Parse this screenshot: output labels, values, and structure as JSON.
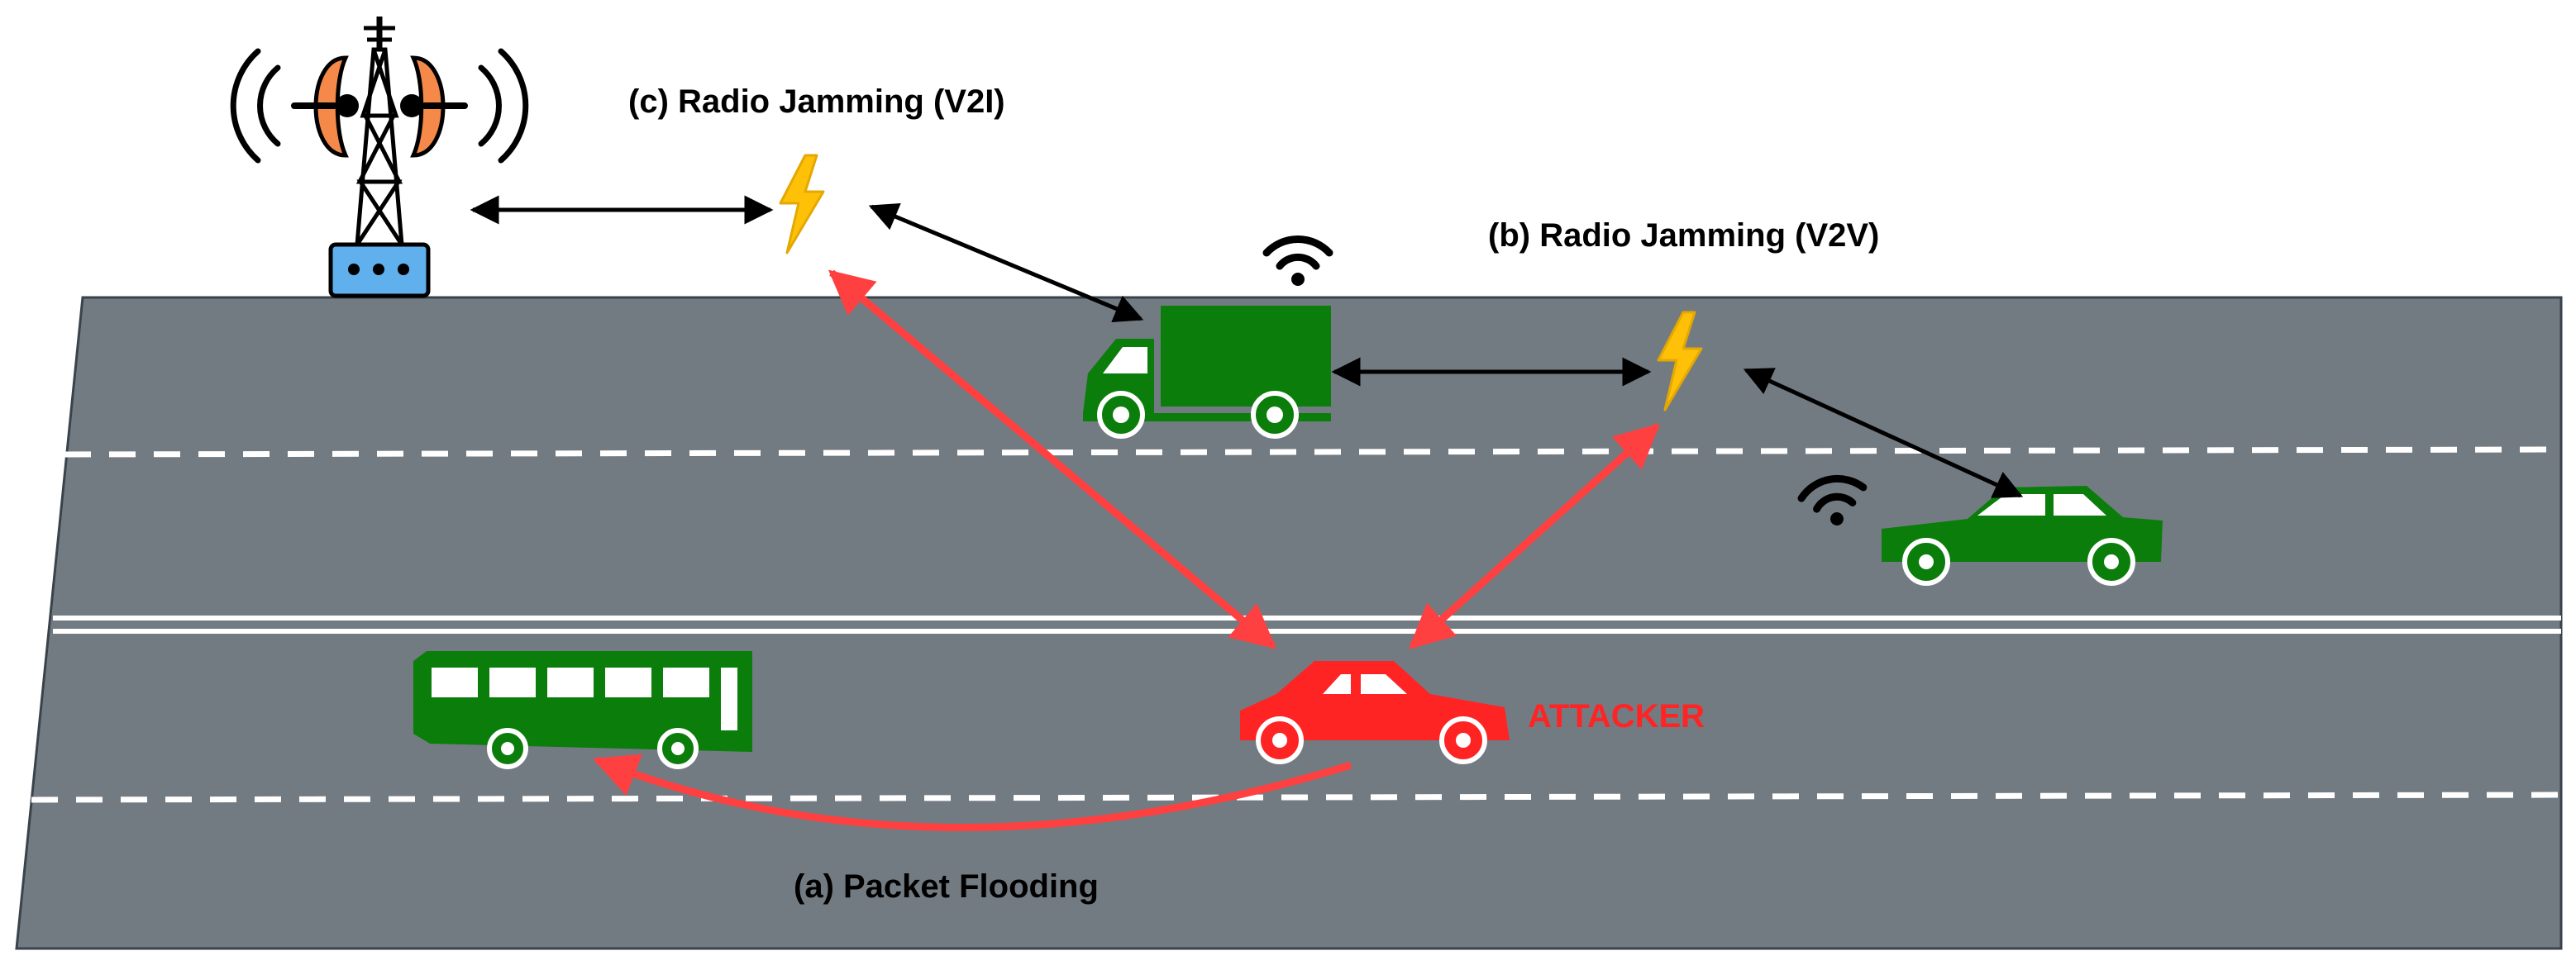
{
  "labels": {
    "v2i": "(c) Radio Jamming (V2I)",
    "v2v": "(b) Radio Jamming (V2V)",
    "flooding": "(a) Packet Flooding",
    "attacker": "ATTACKER"
  },
  "colors": {
    "road": "#737b82",
    "vehicle": "#0a7d0a",
    "attacker": "#ff2424",
    "attack_arrow": "#ff4040",
    "jammer": "#ffc107",
    "tower_dish": "#f5894a",
    "tower_base": "#5fb0ec",
    "comm_arrow": "#000000"
  },
  "icons": [
    "cell-tower-icon",
    "lightning-jammer-icon",
    "wifi-icon",
    "truck-icon",
    "car-icon",
    "bus-icon",
    "attacker-car-icon"
  ]
}
